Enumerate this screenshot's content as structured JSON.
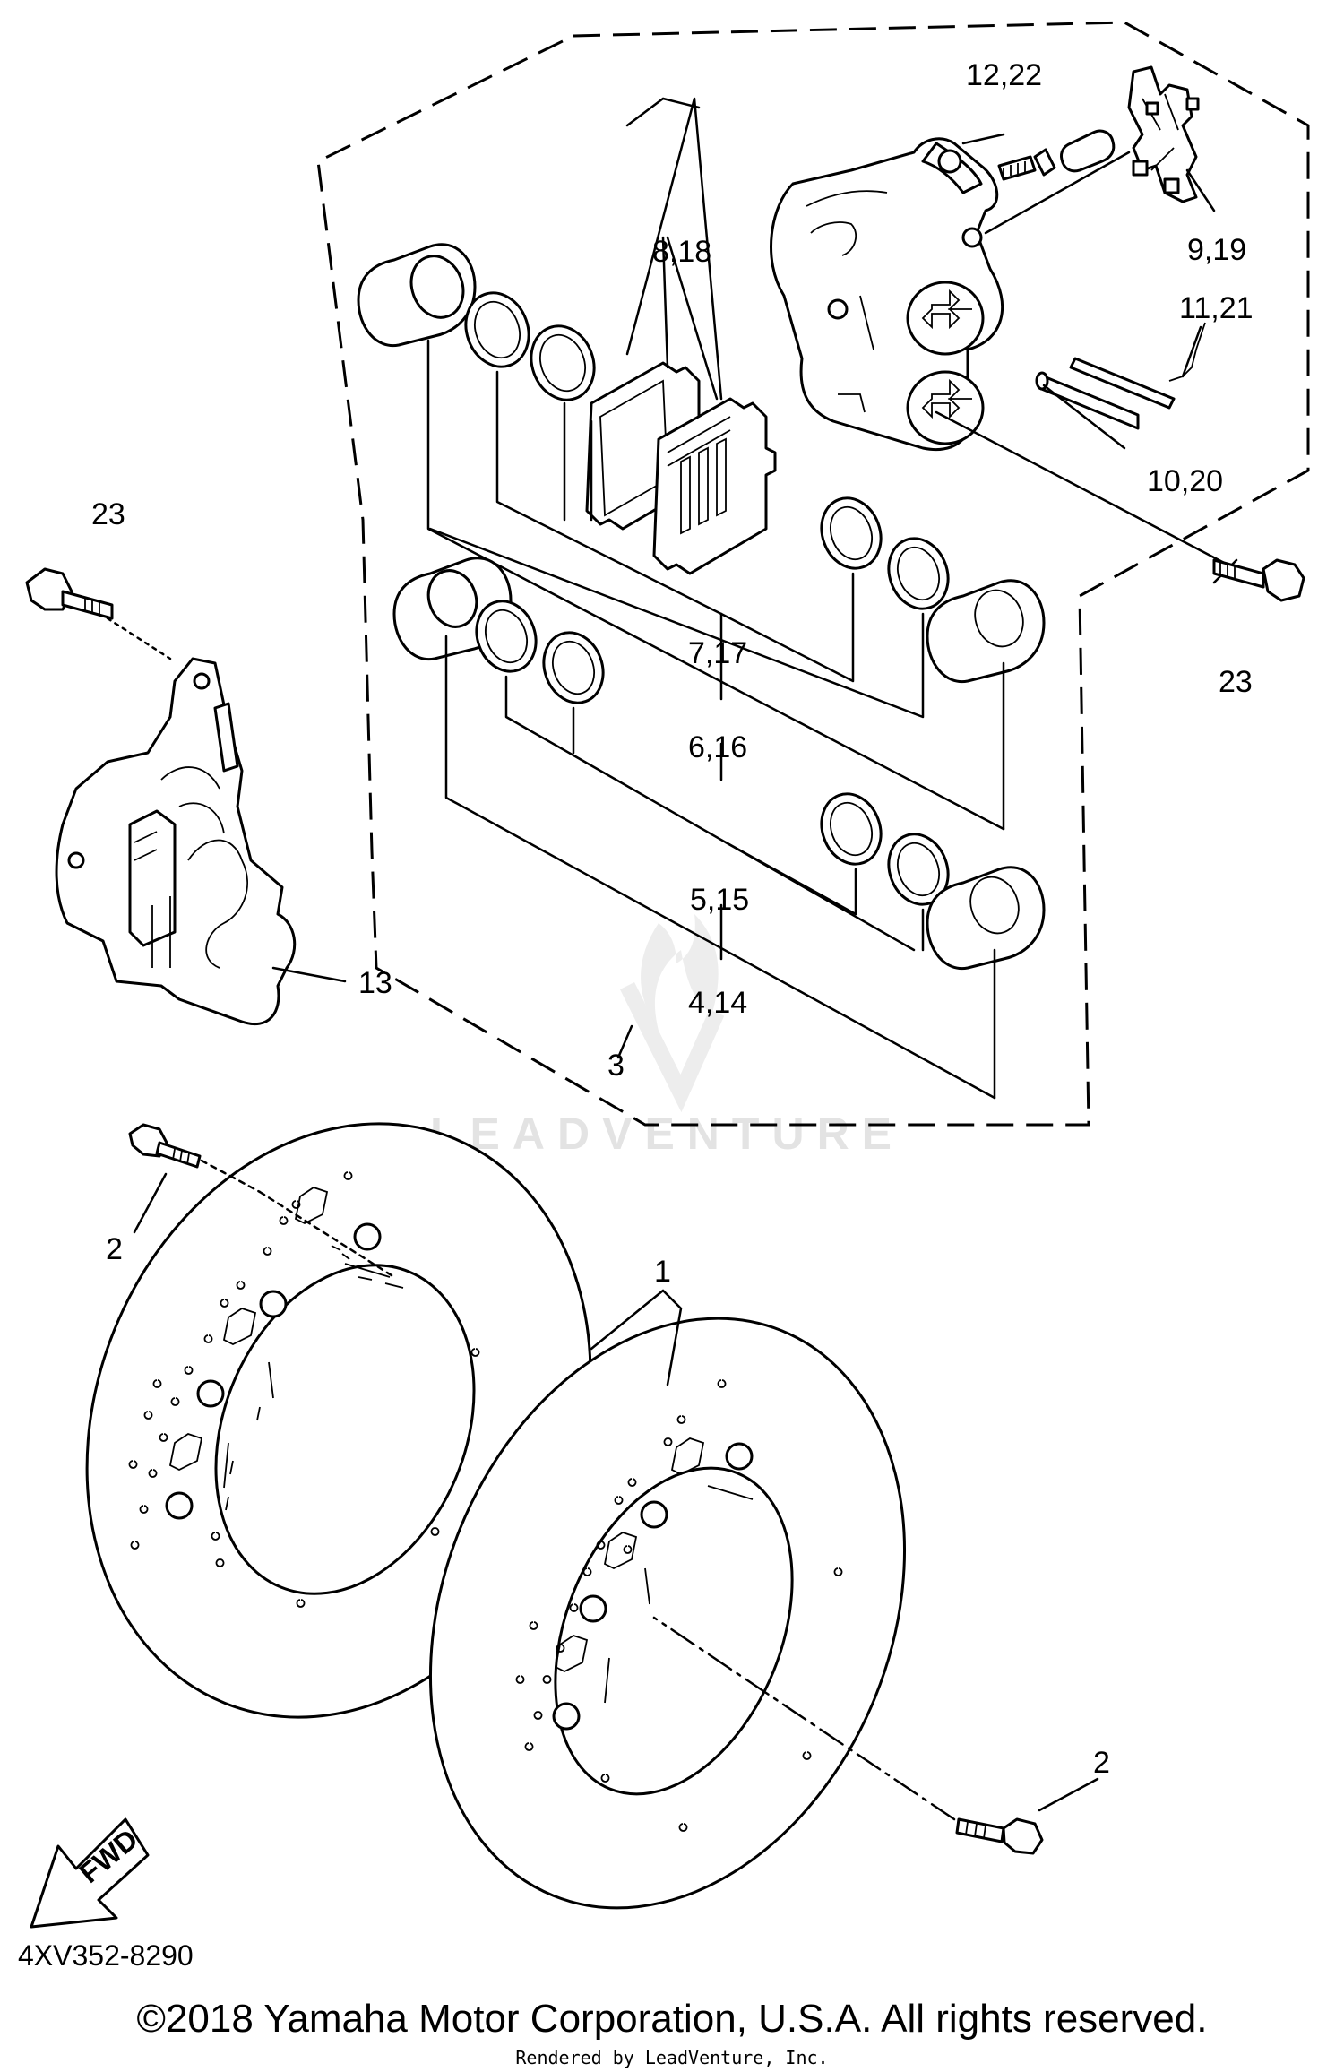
{
  "diagram_code": "4XV352-8290",
  "copyright": "©2018 Yamaha Motor Corporation, U.S.A. All rights reserved.",
  "rendered_by": "Rendered by LeadVenture, Inc.",
  "watermark": "LEADVENTURE",
  "direction_label": "FWD",
  "callouts": {
    "c1": "1",
    "c2a": "2",
    "c2b": "2",
    "c3": "3",
    "c4_14": "4,14",
    "c5_15": "5,15",
    "c6_16": "6,16",
    "c7_17": "7,17",
    "c8_18": "8,18",
    "c9_19": "9,19",
    "c10_20": "10,20",
    "c11_21": "11,21",
    "c12_22": "12,22",
    "c13": "13",
    "c23a": "23",
    "c23b": "23"
  }
}
